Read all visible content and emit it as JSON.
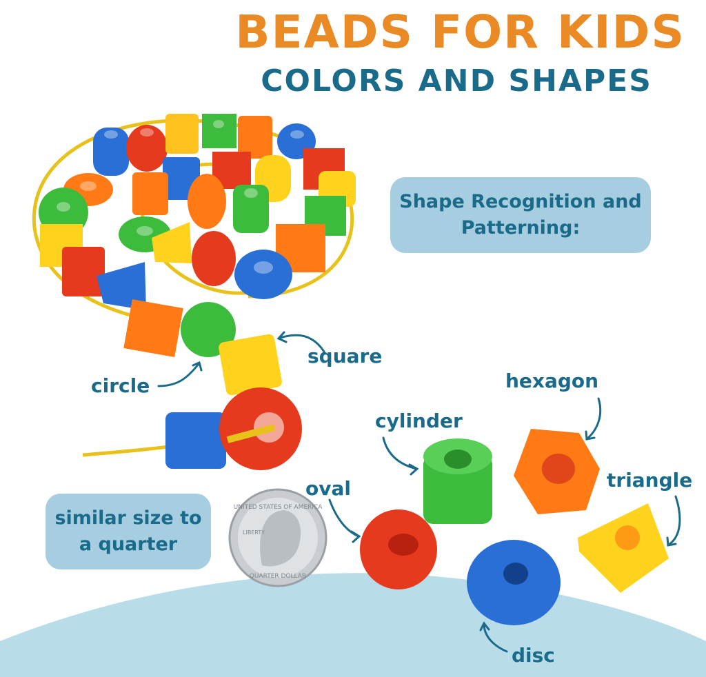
{
  "header": {
    "title": "BEADS FOR KIDS",
    "subtitle": "COLORS AND SHAPES"
  },
  "callouts": {
    "shape_recognition": "Shape Recognition and Patterning:",
    "size_note": "similar size to a quarter"
  },
  "shape_labels": {
    "square": "square",
    "circle": "circle",
    "hexagon": "hexagon",
    "cylinder": "cylinder",
    "triangle": "triangle",
    "oval": "oval",
    "disc": "disc"
  },
  "coin": {
    "top_text": "UNITED STATES OF AMERICA",
    "liberty": "LIBERTY",
    "bottom_text": "QUARTER DOLLAR"
  },
  "colors": {
    "title_orange": "#ea8a24",
    "title_blue": "#1a6a8a",
    "pill_blue": "#a6cde0",
    "bead_red": "#e63a1e",
    "bead_blue": "#2a6fd6",
    "bead_green": "#3dbb3d",
    "bead_yellow": "#ffd21e",
    "bead_orange": "#ff7a14"
  }
}
